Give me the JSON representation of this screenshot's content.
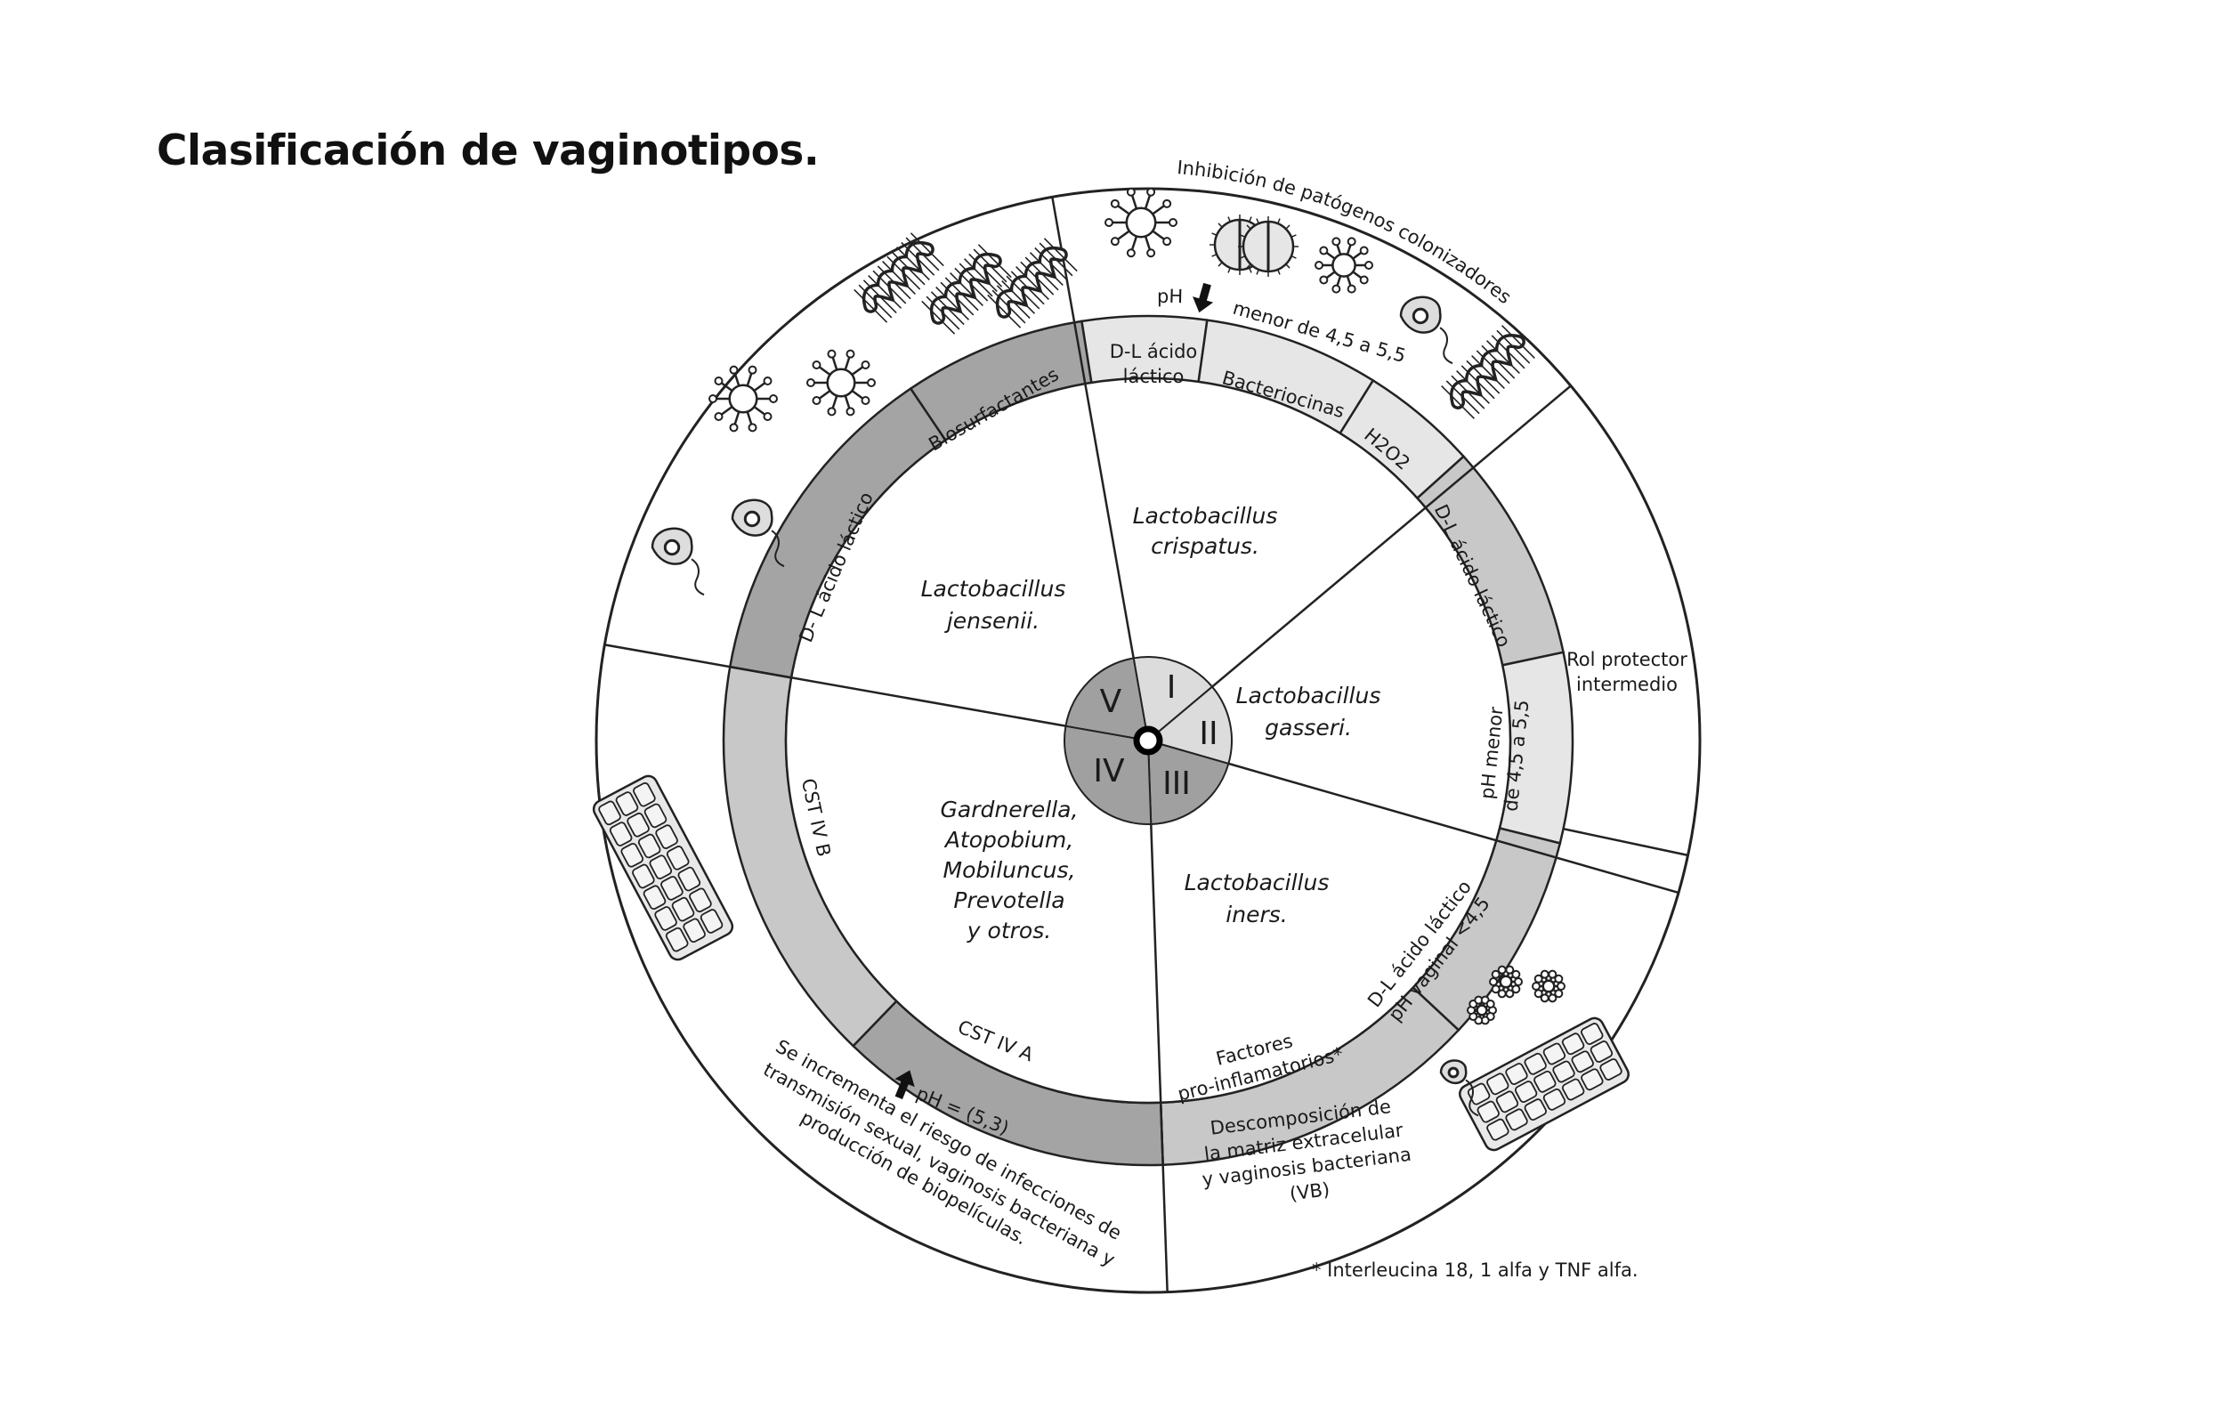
{
  "title": "Clasificación de vaginotipos.",
  "hub": {
    "numerals": [
      "I",
      "II",
      "III",
      "IV",
      "V"
    ]
  },
  "sectors": {
    "I": [
      "Lactobacillus",
      "crispatus."
    ],
    "II": [
      "Lactobacillus",
      "gasseri."
    ],
    "III": [
      "Lactobacillus",
      "iners."
    ],
    "IV": [
      "Gardnerella,",
      "Atopobium,",
      "Mobiluncus,",
      "Prevotella",
      "y otros."
    ],
    "V": [
      "Lactobacillus",
      "jensenii."
    ]
  },
  "band": {
    "dl_acido_1": [
      "D-L ácido",
      "láctico"
    ],
    "bacteriocinas": "Bacteriocinas",
    "h2o2": "H2O2",
    "dl_acido_2": "D-L ácido láctico",
    "ph_menor": [
      "pH menor",
      "de 4,5 a 5,5"
    ],
    "dl_ph_vaginal": [
      "D-L ácido láctico",
      "pH vaginal <4,5"
    ],
    "factores": [
      "Factores",
      "pro-inflamatorios*"
    ],
    "cst_iv_a": "CST IV A",
    "cst_iv_b": "CST IV B",
    "dl_acido_v": "D- L ácido láctico",
    "biosurfactantes": "Biosurfactantes"
  },
  "outer": {
    "inhibicion": "Inhibición de patógenos colonizadores",
    "ph_i": "pH",
    "ph_i_rest": "menor de 4,5 a 5,5",
    "rol": [
      "Rol protector",
      "intermedio"
    ],
    "descomposicion": [
      "Descomposición de",
      "la matriz extracelular",
      "y vaginosis bacteriana",
      "(VB)"
    ],
    "ph_iv": "pH = (5,3)",
    "riesgo": [
      "Se incrementa el riesgo de infecciones de",
      "transmisión sexual, vaginosis bacteriana y",
      "producción de biopelículas."
    ]
  },
  "footnote": "* Interleucina 18, 1 alfa y TNF alfa.",
  "colors": {
    "band_light": "#e6e6e6",
    "band_mid": "#c8c8c8",
    "band_dark": "#a4a4a4",
    "hub_light": "#dcdcdc",
    "hub_dark": "#a0a0a0",
    "stroke": "#222222"
  },
  "icons": [
    "virus-icon",
    "spirochete-icon",
    "amoeba-icon",
    "diatom-icon",
    "epithelium-icon",
    "arrow-down-icon",
    "arrow-up-icon"
  ]
}
